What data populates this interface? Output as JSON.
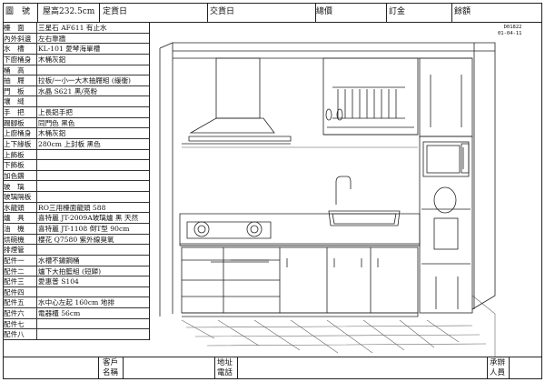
{
  "header": {
    "item_label": "圖　號",
    "height_spec": "屋高232.5cm",
    "delivery_date_label": "定貨日",
    "delivery_date_value": "",
    "install_date_label": "交貨日",
    "install_date_value": "",
    "total_price_label": "總價",
    "total_price_value": "",
    "deposit_label": "訂金",
    "deposit_value": "",
    "balance_label": "餘額",
    "balance_value": ""
  },
  "drawing_code": {
    "line1": "D01822",
    "line2": "01-04-11"
  },
  "spec_rows": [
    {
      "label": "檯　面",
      "value": "三星石 AF611 有止水"
    },
    {
      "label": "內外斜邊",
      "value": "左右靠牆"
    },
    {
      "label": "水　槽",
      "value": "KL-101 愛琴海單槽"
    },
    {
      "label": "下廚桶身",
      "value": "木桶灰鋁"
    },
    {
      "label": "桶　高",
      "value": ""
    },
    {
      "label": "抽　屜",
      "value": "拉板/一小一大木抽屜組 (緩衝)"
    },
    {
      "label": "門　板",
      "value": "水晶 S621 黑/亮粉"
    },
    {
      "label": "壤　縫",
      "value": ""
    },
    {
      "label": "手　把",
      "value": "上長鋁手把"
    },
    {
      "label": "踢腳板",
      "value": "同門色 黑色"
    },
    {
      "label": "上廚桶身",
      "value": "木桶灰鋁"
    },
    {
      "label": "上下緣板",
      "value": "280cm 上封板 黑色"
    },
    {
      "label": "上飾板",
      "value": ""
    },
    {
      "label": "下飾板",
      "value": ""
    },
    {
      "label": "加色鑽",
      "value": ""
    },
    {
      "label": "玻　璃",
      "value": ""
    },
    {
      "label": "玻璃隔板",
      "value": ""
    },
    {
      "label": "水龍頭",
      "value": "RO三用檯面龍頭 588"
    },
    {
      "label": "爐　具",
      "value": "喜特麗 JT-2009A玻璃爐 黑 天然"
    },
    {
      "label": "油　機",
      "value": "喜特麗 JT-1108 倒T型 90cm"
    },
    {
      "label": "烘碗機",
      "value": "櫻花 Q7580 紫外線臭氧"
    },
    {
      "label": "排煙管",
      "value": ""
    },
    {
      "label": "配件一",
      "value": "水槽不鏽鋼桶"
    },
    {
      "label": "配件二",
      "value": "爐下大拍籃組 (短歸)"
    },
    {
      "label": "配件三",
      "value": "愛惠普 S104"
    },
    {
      "label": "配件四",
      "value": ""
    },
    {
      "label": "配件五",
      "value": "水中心左起 160cm 地排"
    },
    {
      "label": "配件六",
      "value": "電器櫃 56cm"
    },
    {
      "label": "配件七",
      "value": ""
    },
    {
      "label": "配件八",
      "value": ""
    }
  ],
  "footer": {
    "customer_label_1": "客戶",
    "customer_label_2": "名稱",
    "customer_value": "",
    "address_label_1": "地址",
    "address_label_2": "電話",
    "address_value": "",
    "handler_label_1": "承辦",
    "handler_label_2": "人員",
    "handler_value": ""
  }
}
